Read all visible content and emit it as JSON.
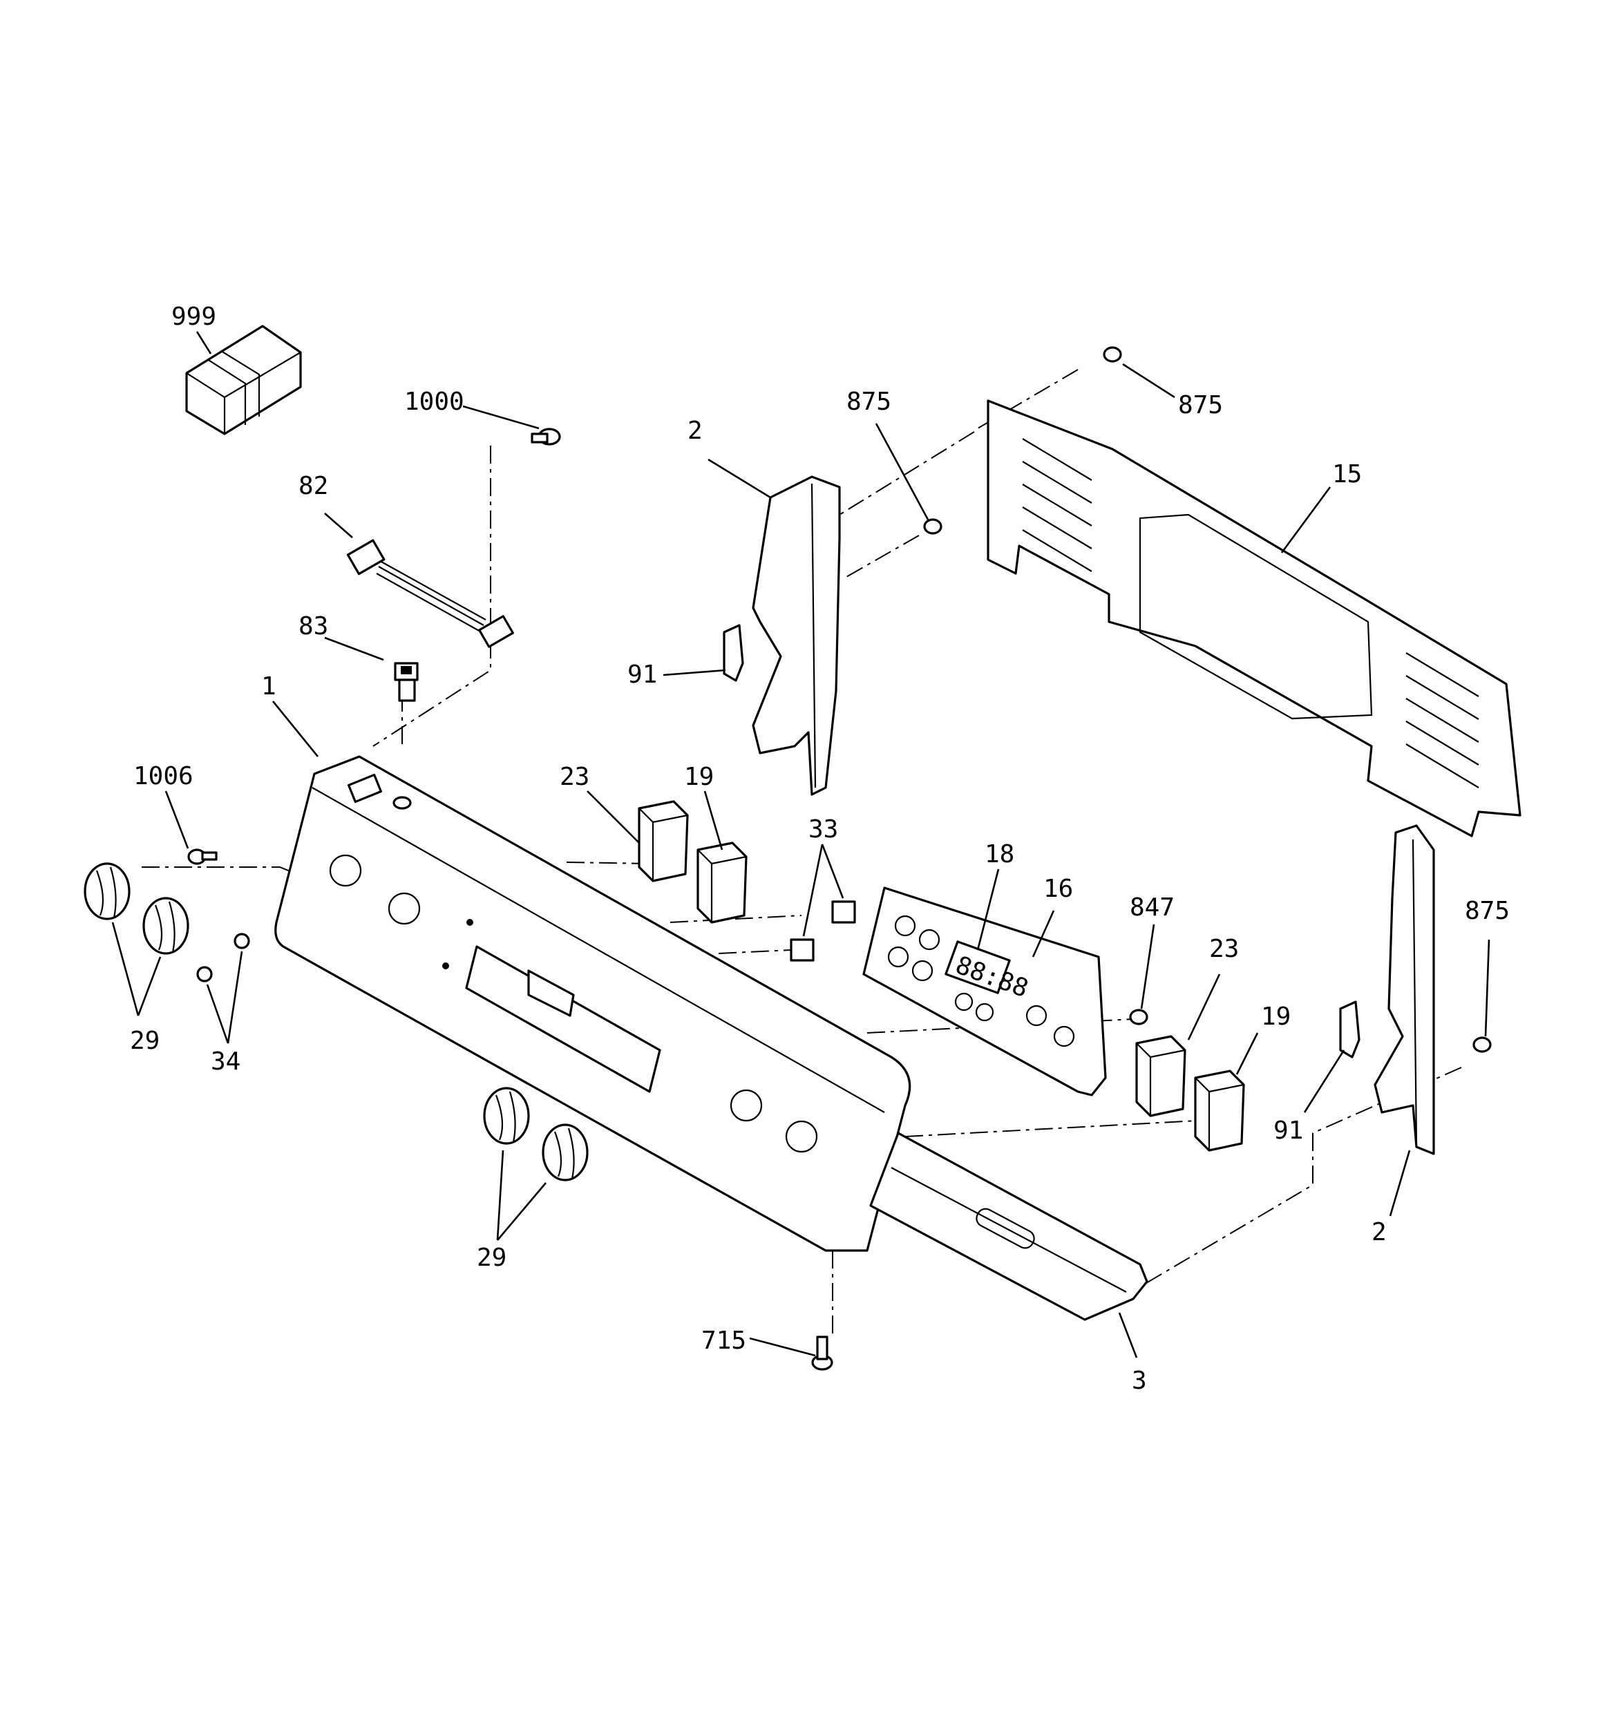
{
  "callouts": [
    {
      "id": "999"
    },
    {
      "id": "1000"
    },
    {
      "id": "82"
    },
    {
      "id": "83"
    },
    {
      "id": "1"
    },
    {
      "id": "1006"
    },
    {
      "id": "29"
    },
    {
      "id": "34"
    },
    {
      "id": "23"
    },
    {
      "id": "19"
    },
    {
      "id": "33"
    },
    {
      "id": "2"
    },
    {
      "id": "91"
    },
    {
      "id": "875"
    },
    {
      "id": "875"
    },
    {
      "id": "15"
    },
    {
      "id": "18"
    },
    {
      "id": "16"
    },
    {
      "id": "847"
    },
    {
      "id": "23"
    },
    {
      "id": "19"
    },
    {
      "id": "91"
    },
    {
      "id": "2"
    },
    {
      "id": "875"
    },
    {
      "id": "29"
    },
    {
      "id": "715"
    },
    {
      "id": "3"
    }
  ],
  "display": {
    "digits": "88:88"
  }
}
